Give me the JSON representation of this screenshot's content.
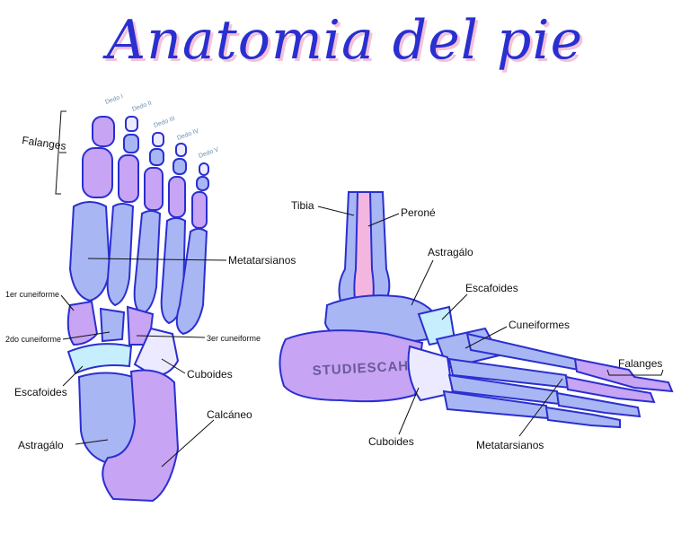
{
  "title": "Anatomia del pie",
  "watermark": "STUDIESCAH",
  "colors": {
    "outline": "#2a2fd0",
    "bone_blue": "#a9b6f4",
    "bone_violet": "#c7a4f4",
    "bone_lilac": "#d9c8fb",
    "bone_cyan": "#c6eefc",
    "bone_pale": "#eceaff",
    "fibula_pink": "#f3b6df",
    "title_shadow": "#f3c2d9"
  },
  "top_view": {
    "toes": [
      "Dedo I",
      "Dedo II",
      "Dedo III",
      "Dedo IV",
      "Dedo V"
    ],
    "labels": {
      "falanges": "Falanges",
      "metatarsianos": "Metatarsianos",
      "cuneiforme1": "1er cuneiforme",
      "cuneiforme2": "2do cuneiforme",
      "cuneiforme3": "3er cuneiforme",
      "cuboides": "Cuboides",
      "escafoides": "Escafoides",
      "calcaneo": "Calcáneo",
      "astragalo": "Astragálo"
    }
  },
  "side_view": {
    "labels": {
      "tibia": "Tibia",
      "perone": "Peroné",
      "astragalo": "Astragálo",
      "escafoides": "Escafoides",
      "cuneiformes": "Cuneiformes",
      "falanges": "Falanges",
      "metatarsianos": "Metatarsianos",
      "cuboides": "Cuboides"
    }
  }
}
